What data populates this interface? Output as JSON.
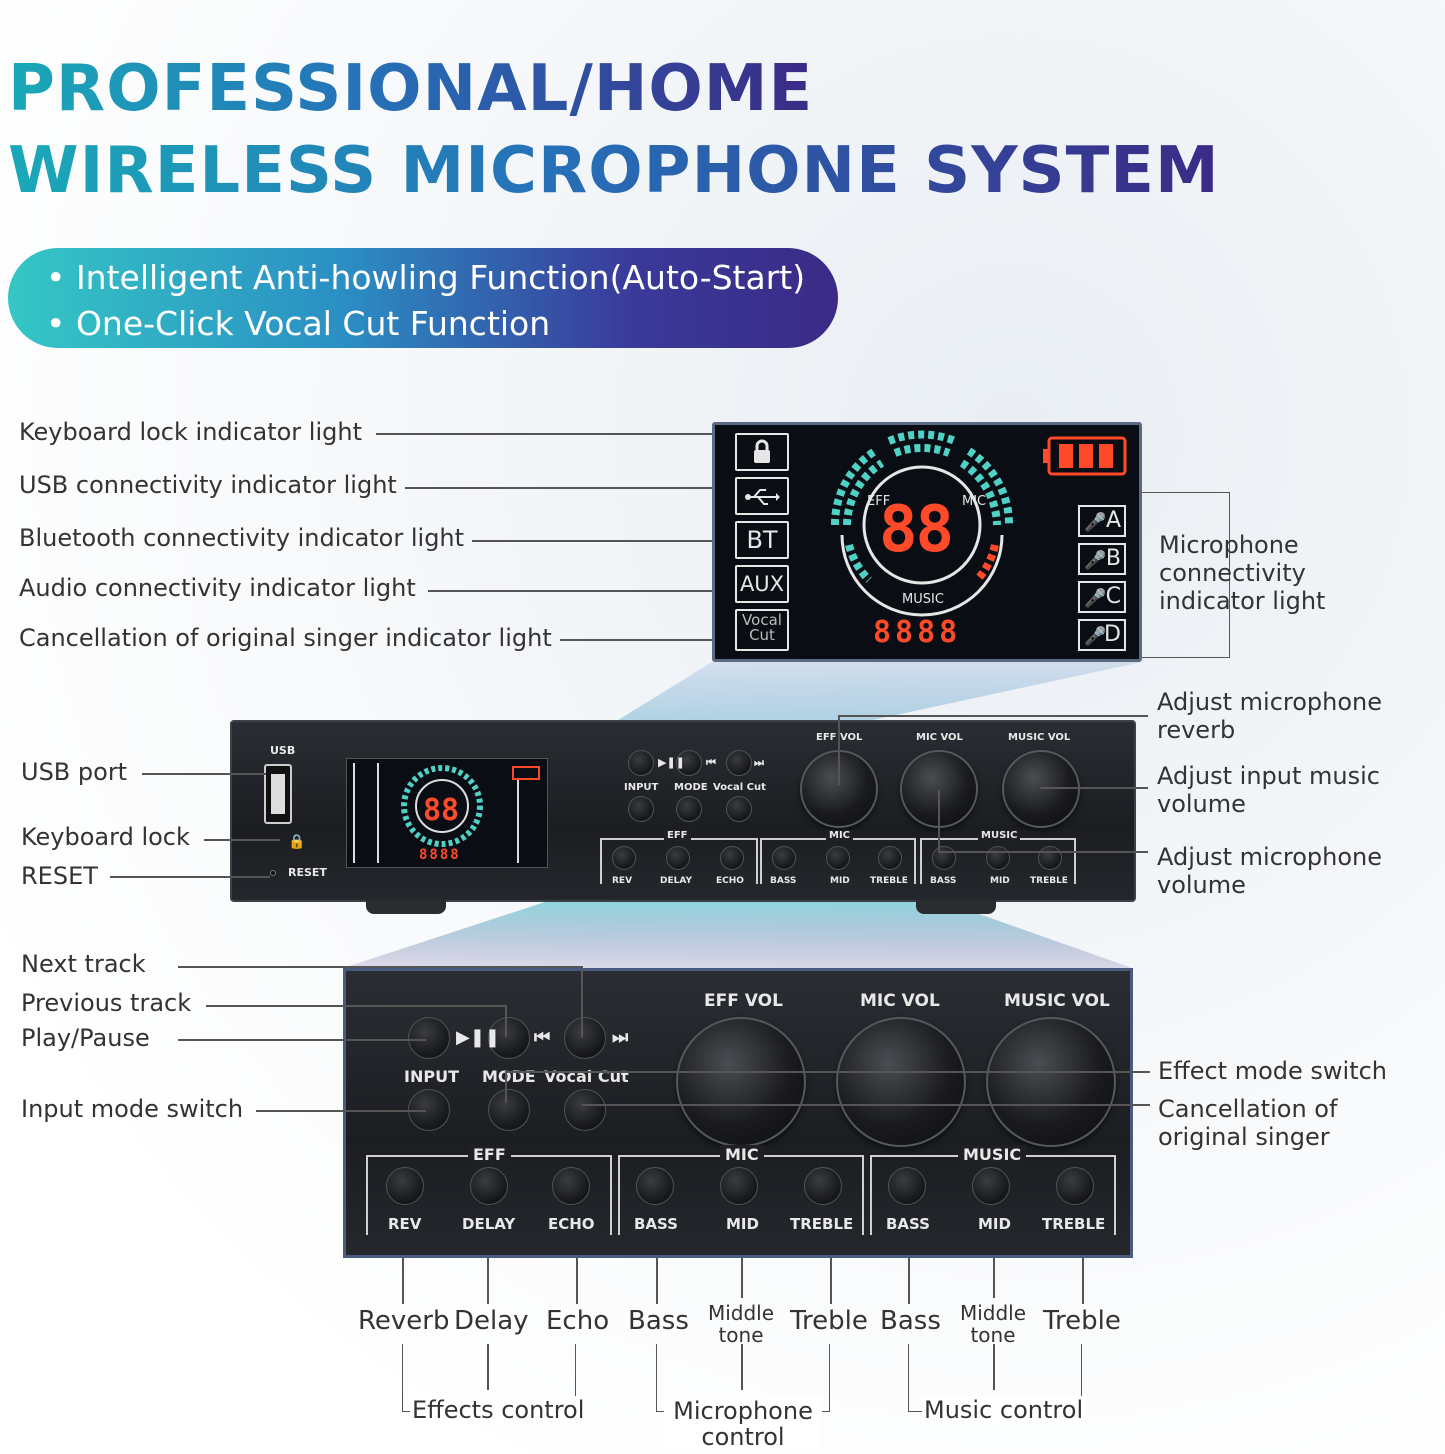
{
  "headline": {
    "line1": "PROFESSIONAL/HOME",
    "line2": "WIRELESS MICROPHONE SYSTEM"
  },
  "features": [
    "• Intelligent Anti-howling Function(Auto-Start)",
    "• One-Click Vocal Cut Function"
  ],
  "colors": {
    "accent_start": "#1aa9b8",
    "accent_end": "#3b2a86",
    "lcd_red": "#ff4a2a",
    "lcd_teal": "#4fd1c5"
  },
  "lcd_callouts": {
    "keyboard_lock": "Keyboard lock indicator light",
    "usb": "USB connectivity indicator light",
    "bluetooth": "Bluetooth connectivity indicator light",
    "audio": "Audio connectivity indicator light",
    "cancellation": "Cancellation of original singer indicator light",
    "microphone": "Microphone connectivity indicator light"
  },
  "lcd": {
    "bt": "BT",
    "aux": "AUX",
    "vocal_cut": "Vocal Cut",
    "big_digits": "88",
    "small_digits": "8888",
    "ring_eff": "EFF",
    "ring_mic": "MIC",
    "ring_music": "MUSIC",
    "mics": [
      "A",
      "B",
      "C",
      "D"
    ],
    "lock_icon": "lock-icon",
    "usb_icon": "usb-icon",
    "battery_icon": "battery-icon"
  },
  "device_top": {
    "usb": "USB",
    "reset": "RESET",
    "input": "INPUT",
    "mode": "MODE",
    "vocal_cut": "Vocal Cut",
    "eff_vol": "EFF VOL",
    "mic_vol": "MIC VOL",
    "music_vol": "MUSIC VOL",
    "eff": "EFF",
    "mic": "MIC",
    "music": "MUSIC",
    "rev": "REV",
    "delay": "DELAY",
    "echo": "ECHO",
    "bass": "BASS",
    "mid": "MID",
    "treble": "TREBLE"
  },
  "device_callouts": {
    "usb_port": "USB port",
    "keyboard_lock": "Keyboard lock",
    "reset": "RESET",
    "reverb": "Adjust microphone reverb",
    "music_volume": "Adjust input music volume",
    "mic_volume": "Adjust microphone volume"
  },
  "zoom_callouts": {
    "next_track": "Next track",
    "previous_track": "Previous track",
    "play_pause": "Play/Pause",
    "input_mode": "Input mode switch",
    "effect_mode": "Effect mode switch",
    "cancellation": "Cancellation of original singer"
  },
  "bottom_captions": {
    "reverb": "Reverb",
    "delay": "Delay",
    "echo": "Echo",
    "bass": "Bass",
    "middle_tone": "Middle tone",
    "treble": "Treble",
    "effects_control": "Effects control",
    "microphone_control": "Microphone control",
    "music_control": "Music control"
  }
}
